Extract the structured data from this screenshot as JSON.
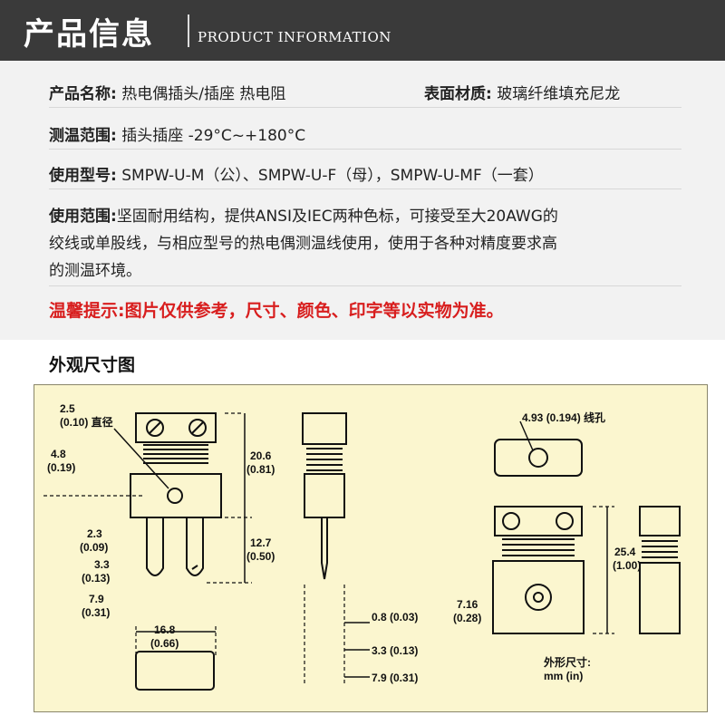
{
  "header": {
    "title": "产品信息",
    "subtitle": "PRODUCT INFORMATION"
  },
  "info": {
    "name_label": "产品名称:",
    "name_value": "热电偶插头/插座 热电阻",
    "material_label": "表面材质:",
    "material_value": "玻璃纤维填充尼龙",
    "range_label": "测温范围:",
    "range_value": "插头插座 -29°C~+180°C",
    "model_label": "使用型号:",
    "model_value": "SMPW-U-M（公）、SMPW-U-F（母），SMPW-U-MF（一套）",
    "usage_label": "使用范围:",
    "usage_line1": "坚固耐用结构，提供ANSI及IEC两种色标，可接受至大20AWG的",
    "usage_line2": "绞线或单股线，与相应型号的热电偶测温线使用，使用于各种对精度要求高",
    "usage_line3": "的测温环境。"
  },
  "warning": "温馨提示:图片仅供参考，尺寸、颜色、印字等以实物为准。",
  "section_title": "外观尺寸图",
  "dims": {
    "d1a": "2.5",
    "d1b": "(0.10) 直径",
    "d2a": "4.8",
    "d2b": "(0.19)",
    "d3a": "20.6",
    "d3b": "(0.81)",
    "d4a": "2.3",
    "d4b": "(0.09)",
    "d5a": "3.3",
    "d5b": "(0.13)",
    "d6a": "12.7",
    "d6b": "(0.50)",
    "d7a": "7.9",
    "d7b": "(0.31)",
    "d8a": "16.8",
    "d8b": "(0.66)",
    "d9": "0.8 (0.03)",
    "d10": "3.3 (0.13)",
    "d11": "7.9 (0.31)",
    "d12": "4.93 (0.194) 线孔",
    "d13a": "25.4",
    "d13b": "(1.00)",
    "d14a": "7.16",
    "d14b": "(0.28)",
    "units_a": "外形尺寸:",
    "units_b": "mm (in)"
  }
}
